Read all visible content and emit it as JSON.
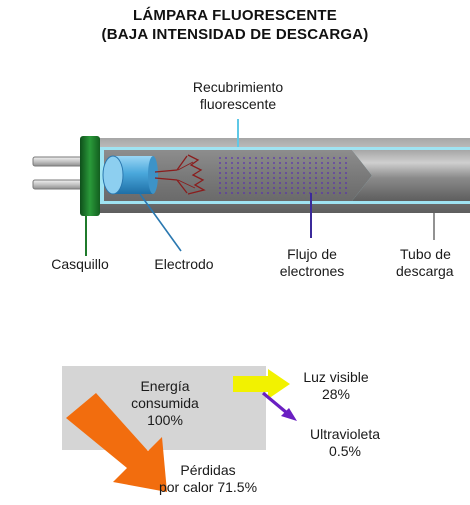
{
  "title": {
    "line1": "LÁMPARA FLUORESCENTE",
    "line2": "(BAJA INTENSIDAD DE DESCARGA)"
  },
  "lamp_labels": {
    "coating_line1": "Recubrimiento",
    "coating_line2": "fluorescente",
    "base": "Casquillo",
    "electrode": "Electrodo",
    "flow_line1": "Flujo de",
    "flow_line2": "electrones",
    "tube_line1": "Tubo de",
    "tube_line2": "descarga"
  },
  "energy": {
    "consumed_line1": "Energía",
    "consumed_line2": "consumida",
    "consumed_line3": "100%",
    "visible_line1": "Luz visible",
    "visible_line2": "28%",
    "uv_line1": "Ultravioleta",
    "uv_line2": "0.5%",
    "heat_line1": "Pérdidas",
    "heat_line2": "por calor 71.5%"
  },
  "colors": {
    "tube_gray": "#8c8c8c",
    "coating_cyan": "#9fe3f2",
    "base_green": "#1f7a2b",
    "electrode_blue": "#4aa8dc",
    "box_gray": "#d5d5d5",
    "heat_orange": "#f26d0e",
    "visible_yellow": "#f2f200",
    "uv_purple": "#6a1fc2"
  }
}
